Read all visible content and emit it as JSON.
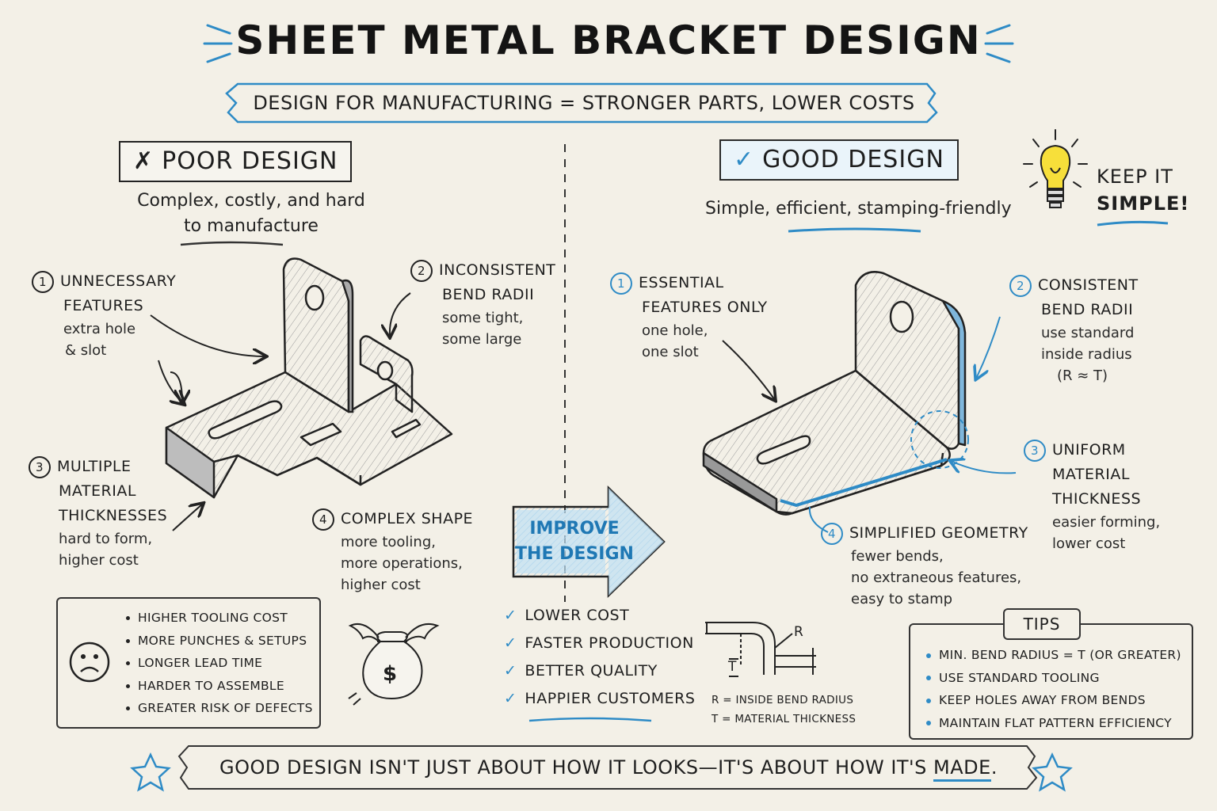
{
  "title": "SHEET METAL BRACKET DESIGN",
  "subtitle": "DESIGN FOR MANUFACTURING = STRONGER PARTS, LOWER COSTS",
  "poor": {
    "label": "POOR DESIGN",
    "subtitle_line1": "Complex, costly, and hard",
    "subtitle_line2_pre": "to ",
    "subtitle_line2_u": "manufacture",
    "annotations": [
      {
        "num": "1",
        "title_line1": "UNNECESSARY",
        "title_line2": "FEATURES",
        "desc_line1": "extra hole",
        "desc_line2": "& slot"
      },
      {
        "num": "2",
        "title_line1": "INCONSISTENT",
        "title_line2": "BEND RADII",
        "desc_line1": "some tight,",
        "desc_line2": "some large"
      },
      {
        "num": "3",
        "title_line1": "MULTIPLE",
        "title_line2": "MATERIAL",
        "title_line3": "THICKNESSES",
        "desc_line1": "hard to form,",
        "desc_line2": "higher cost"
      },
      {
        "num": "4",
        "title_line1": "COMPLEX SHAPE",
        "desc_line1": "more tooling,",
        "desc_line2": "more operations,",
        "desc_line3": "higher cost"
      }
    ],
    "consequences": [
      "HIGHER TOOLING COST",
      "MORE PUNCHES & SETUPS",
      "LONGER LEAD TIME",
      "HARDER TO ASSEMBLE",
      "GREATER RISK OF DEFECTS"
    ]
  },
  "improve": {
    "line1": "IMPROVE",
    "line2": "THE DESIGN"
  },
  "benefits": [
    "LOWER COST",
    "FASTER PRODUCTION",
    "BETTER QUALITY",
    "HAPPIER CUSTOMERS"
  ],
  "good": {
    "label": "GOOD DESIGN",
    "subtitle_pre": "Simple, ",
    "subtitle_u": "efficient",
    "subtitle_post": ", stamping-friendly",
    "keep_line1": "KEEP IT",
    "keep_line2": "SIMPLE!",
    "annotations": [
      {
        "num": "1",
        "title_line1": "ESSENTIAL",
        "title_line2": "FEATURES ONLY",
        "desc_line1": "one hole,",
        "desc_line2": "one slot"
      },
      {
        "num": "2",
        "title_line1": "CONSISTENT",
        "title_line2": "BEND RADII",
        "desc_line1": "use standard",
        "desc_line2": "inside radius",
        "desc_line3": "(R ≈ T)"
      },
      {
        "num": "3",
        "title_line1": "UNIFORM",
        "title_line2": "MATERIAL",
        "title_line3": "THICKNESS",
        "desc_line1": "easier forming,",
        "desc_line2": "lower cost"
      },
      {
        "num": "4",
        "title_line1": "SIMPLIFIED GEOMETRY",
        "desc_line1": "fewer bends,",
        "desc_line2": "no extraneous features,",
        "desc_line3": "easy to stamp"
      }
    ]
  },
  "bend_diagram": {
    "r_label": "R",
    "t_label": "T",
    "legend_r": "R = INSIDE BEND RADIUS",
    "legend_t": "T = MATERIAL THICKNESS"
  },
  "tips": {
    "label": "TIPS",
    "items": [
      "MIN. BEND RADIUS = T (OR GREATER)",
      "USE STANDARD TOOLING",
      "KEEP HOLES AWAY FROM BENDS",
      "MAINTAIN FLAT PATTERN EFFICIENCY"
    ]
  },
  "footer": {
    "text": "GOOD DESIGN ISN'T JUST ABOUT HOW IT LOOKS—IT'S ABOUT HOW IT'S ",
    "emph": "MADE",
    "end": "."
  },
  "money_symbol": "$",
  "colors": {
    "accent": "#2e8bc6",
    "ink": "#1e1e1e",
    "paper": "#f3f0e7",
    "bulb": "#f7df3a"
  }
}
